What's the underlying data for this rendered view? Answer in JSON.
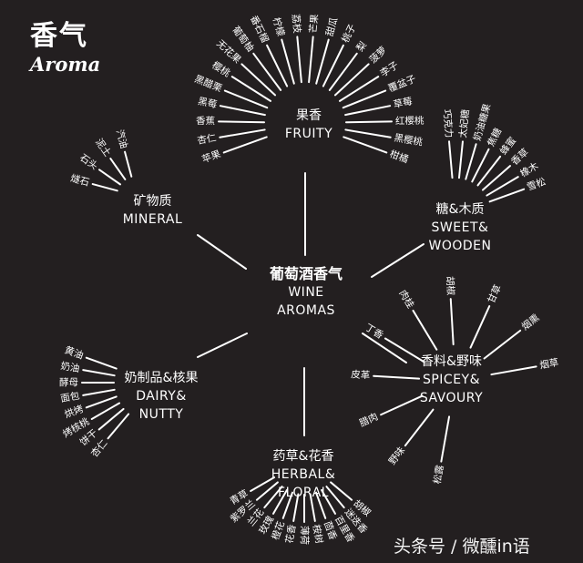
{
  "header": {
    "title_cn": "香气",
    "title_en": "Aroma"
  },
  "center": {
    "cn": "葡萄酒香气",
    "en_line1": "WINE",
    "en_line2": "AROMAS"
  },
  "categories": {
    "fruity": {
      "cn": "果香",
      "en_line1": "FRUITY",
      "items": [
        "苹果",
        "杏仁",
        "香蕉",
        "黑莓",
        "黑醋栗",
        "樱桃",
        "无花果",
        "葡萄柚",
        "番石榴",
        "柠檬",
        "荔枝",
        "芒果",
        "甜瓜",
        "桃子",
        "梨",
        "菠萝",
        "李子",
        "覆盆子",
        "草莓",
        "红樱桃",
        "黑樱桃",
        "柑橘"
      ]
    },
    "mineral": {
      "cn": "矿物质",
      "en_line1": "MINERAL",
      "items": [
        "燧石",
        "石头",
        "泥土",
        "汽油"
      ]
    },
    "sweet": {
      "cn": "糖&木质",
      "en_line1": "SWEET&",
      "en_line2": "WOODEN",
      "items": [
        "巧克力",
        "太妃糖",
        "奶油糖果",
        "焦糖",
        "蜂蜜",
        "香草",
        "橡木",
        "雪松"
      ]
    },
    "dairy": {
      "cn": "奶制品&核果",
      "en_line1": "DAIRY&",
      "en_line2": "NUTTY",
      "items": [
        "黄油",
        "奶油",
        "酵母",
        "面包",
        "烘烤",
        "烤核桃",
        "饼干",
        "杏仁"
      ]
    },
    "spicey": {
      "cn": "香料&野味",
      "en_line1": "SPICEY&",
      "en_line2": "SAVOURY",
      "items": [
        "烟草",
        "烟熏",
        "甘草",
        "胡椒",
        "肉桂",
        "丁香",
        "皮革",
        "腊肉",
        "野味",
        "松露"
      ]
    },
    "herbal": {
      "cn": "药草&花香",
      "en_line1": "HERBAL&",
      "en_line2": "FLORAL",
      "items": [
        "青草",
        "紫罗兰",
        "兰花",
        "玫瑰",
        "橙花",
        "花香",
        "薄荷",
        "桉树",
        "茴香",
        "百里香",
        "迷迭香",
        "胡椒"
      ]
    }
  },
  "watermark": "头条号 / 微醺in语"
}
